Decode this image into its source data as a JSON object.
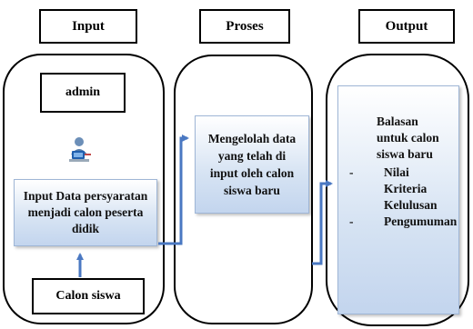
{
  "headers": {
    "input": "Input",
    "proses": "Proses",
    "output": "Output"
  },
  "input_column": {
    "admin_label": "admin",
    "input_data_text": "Input Data persyaratan menjadi calon peserta didik",
    "calon_siswa_label": "Calon siswa"
  },
  "proses_column": {
    "process_text": "Mengelolah data yang telah di input oleh calon siswa baru"
  },
  "output_column": {
    "intro": "Balasan untuk calon siswa baru",
    "items": [
      "Nilai Kriteria Kelulusan",
      "Pengumuman"
    ]
  },
  "colors": {
    "arrow": "#4a78c2",
    "box_fill": "#d6e3f3",
    "border": "#000000"
  },
  "icons": [
    "computer-user-icon"
  ]
}
